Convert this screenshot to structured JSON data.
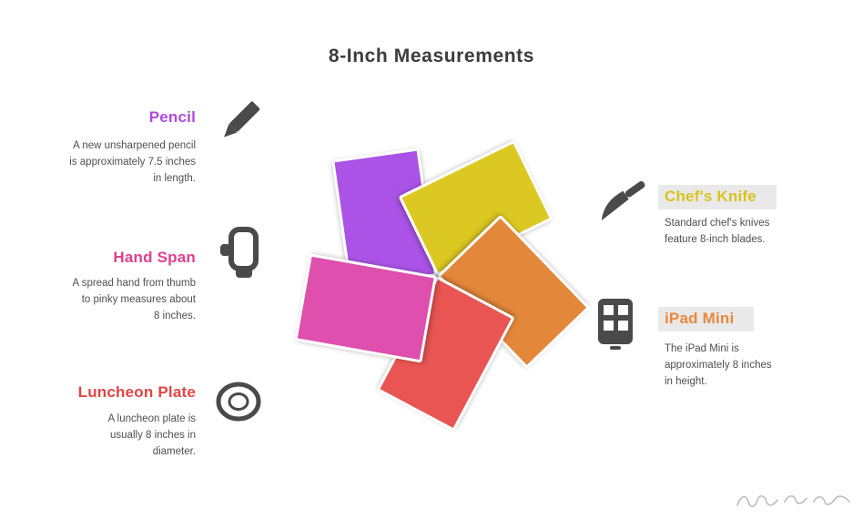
{
  "title": "8-Inch Measurements",
  "pinwheel": {
    "petals": [
      {
        "label": "Pencil",
        "color": "#ab53e6"
      },
      {
        "label": "Chef's Knife",
        "color": "#dcc822"
      },
      {
        "label": "iPad Mini",
        "color": "#e3873a"
      },
      {
        "label": "Luncheon Plate",
        "color": "#e85552"
      },
      {
        "label": "Hand Span",
        "color": "#de4fae"
      }
    ]
  },
  "sections": [
    {
      "id": "pencil",
      "label": "Pencil",
      "label_color": "#b04ae0",
      "icon": "pencil-icon",
      "desc": [
        "A new unsharpened pencil",
        "is approximately 7.5 inches",
        "in length."
      ]
    },
    {
      "id": "hand-span",
      "label": "Hand Span",
      "label_color": "#e0408f",
      "icon": "hand-icon",
      "desc": [
        "A spread hand from thumb",
        "to pinky measures about",
        "8 inches."
      ]
    },
    {
      "id": "luncheon-plate",
      "label": "Luncheon Plate",
      "label_color": "#e04545",
      "icon": "plate-icon",
      "desc": [
        "A luncheon plate is",
        "usually 8 inches in",
        "diameter."
      ]
    },
    {
      "id": "chefs-knife",
      "label": "Chef's Knife",
      "label_color": "#d9c31d",
      "icon": "knife-icon",
      "desc": [
        "Standard chef's knives",
        "feature 8-inch blades."
      ]
    },
    {
      "id": "ipad-mini",
      "label": "iPad Mini",
      "label_color": "#e8883c",
      "icon": "tablet-icon",
      "desc": [
        "The iPad Mini is",
        "approximately 8 inches",
        "in height."
      ]
    }
  ]
}
